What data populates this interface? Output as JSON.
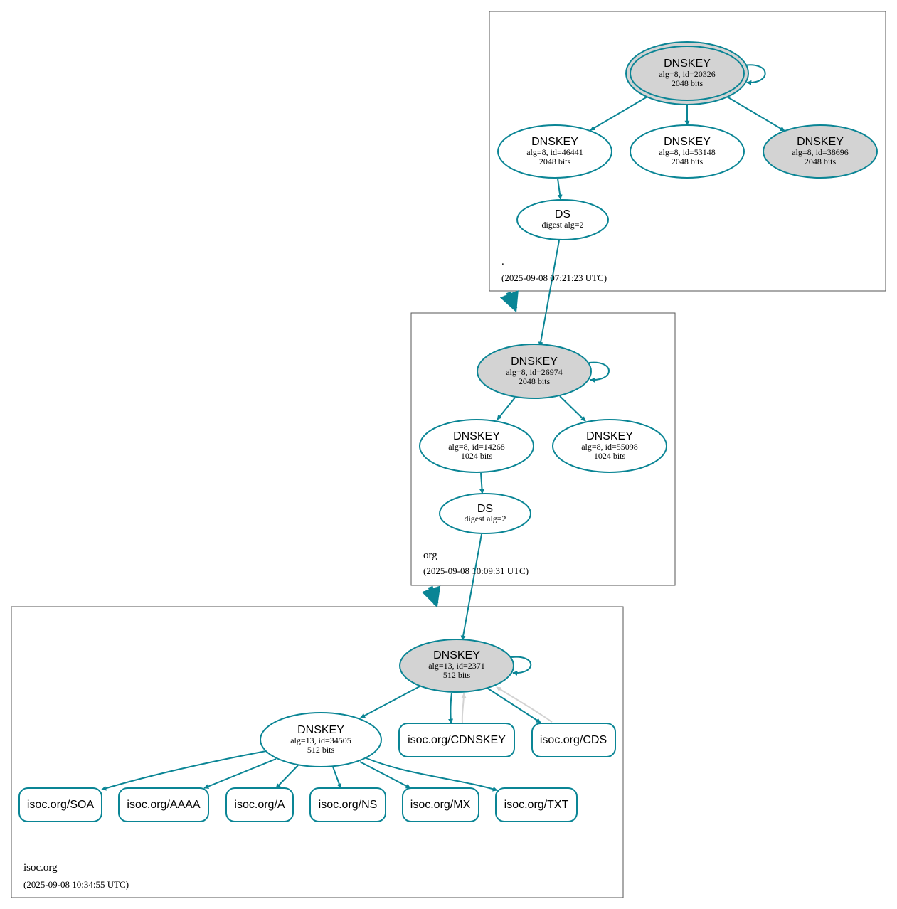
{
  "colors": {
    "accent": "#0a8595",
    "key_fill": "#d3d3d3",
    "plain_fill": "#ffffff",
    "grey_edge": "#d3d3d3",
    "zone_border": "#555555"
  },
  "zones": [
    {
      "name": ".",
      "timestamp": "(2025-09-08 07:21:23 UTC)",
      "nodes": [
        {
          "type": "DNSKEY",
          "title": "DNSKEY",
          "detail": "alg=8, id=20326",
          "bits": "2048 bits",
          "filled": true,
          "double_border": true
        },
        {
          "type": "DNSKEY",
          "title": "DNSKEY",
          "detail": "alg=8, id=46441",
          "bits": "2048 bits",
          "filled": false
        },
        {
          "type": "DNSKEY",
          "title": "DNSKEY",
          "detail": "alg=8, id=53148",
          "bits": "2048 bits",
          "filled": false
        },
        {
          "type": "DNSKEY",
          "title": "DNSKEY",
          "detail": "alg=8, id=38696",
          "bits": "2048 bits",
          "filled": true
        },
        {
          "type": "DS",
          "title": "DS",
          "detail": "digest alg=2"
        }
      ]
    },
    {
      "name": "org",
      "timestamp": "(2025-09-08 10:09:31 UTC)",
      "nodes": [
        {
          "type": "DNSKEY",
          "title": "DNSKEY",
          "detail": "alg=8, id=26974",
          "bits": "2048 bits",
          "filled": true
        },
        {
          "type": "DNSKEY",
          "title": "DNSKEY",
          "detail": "alg=8, id=14268",
          "bits": "1024 bits",
          "filled": false
        },
        {
          "type": "DNSKEY",
          "title": "DNSKEY",
          "detail": "alg=8, id=55098",
          "bits": "1024 bits",
          "filled": false
        },
        {
          "type": "DS",
          "title": "DS",
          "detail": "digest alg=2"
        }
      ]
    },
    {
      "name": "isoc.org",
      "timestamp": "(2025-09-08 10:34:55 UTC)",
      "nodes": [
        {
          "type": "DNSKEY",
          "title": "DNSKEY",
          "detail": "alg=13, id=2371",
          "bits": "512 bits",
          "filled": true
        },
        {
          "type": "DNSKEY",
          "title": "DNSKEY",
          "detail": "alg=13, id=34505",
          "bits": "512 bits",
          "filled": false
        }
      ],
      "records": [
        "isoc.org/CDNSKEY",
        "isoc.org/CDS",
        "isoc.org/SOA",
        "isoc.org/AAAA",
        "isoc.org/A",
        "isoc.org/NS",
        "isoc.org/MX",
        "isoc.org/TXT"
      ]
    }
  ]
}
